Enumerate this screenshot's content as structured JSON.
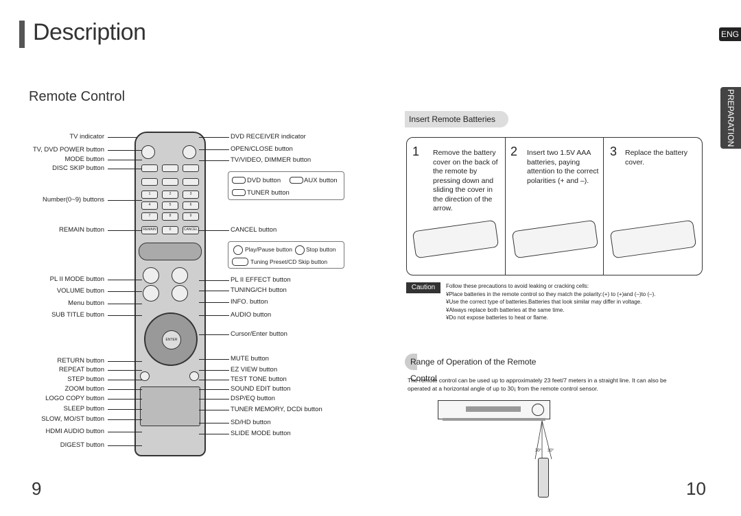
{
  "header": {
    "title": "Description",
    "lang_tab": "ENG",
    "side_tab": "PREPARATION"
  },
  "left": {
    "heading": "Remote Control",
    "left_labels": [
      "TV indicator",
      "TV, DVD POWER button",
      "MODE button",
      "DISC SKIP button",
      "Number(0~9) buttons",
      "REMAIN button",
      "PL II MODE button",
      "VOLUME button",
      "Menu button",
      "SUB TITLE button",
      "RETURN button",
      "REPEAT button",
      "STEP button",
      "ZOOM button",
      "LOGO COPY button",
      "SLEEP button",
      "SLOW, MO/ST button",
      "HDMI AUDIO button",
      "DIGEST button"
    ],
    "right_labels": [
      "DVD RECEIVER indicator",
      "OPEN/CLOSE button",
      "TV/VIDEO, DIMMER button",
      "DVD button",
      "AUX button",
      "TUNER button",
      "CANCEL button",
      "Play/Pause button",
      "Stop button",
      "Tuning Preset/CD Skip button",
      "PL II EFFECT button",
      "TUNING/CH button",
      "INFO. button",
      "AUDIO button",
      "Cursor/Enter button",
      "MUTE button",
      "EZ VIEW button",
      "TEST TONE button",
      "SOUND EDIT button",
      "DSP/EQ button",
      "TUNER MEMORY, DCDi button",
      "SD/HD button",
      "SLIDE MODE button"
    ],
    "remote_keys": [
      "1",
      "2",
      "3",
      "4",
      "5",
      "6",
      "7",
      "8",
      "9",
      "0",
      "REMAIN",
      "CANCEL",
      "ENTER"
    ],
    "page_number": "9"
  },
  "right": {
    "batteries_heading": "Insert Remote Batteries",
    "steps": [
      {
        "num": "1",
        "text": "Remove the battery cover on the back of the remote by pressing down and sliding the cover in the direction of the arrow."
      },
      {
        "num": "2",
        "text": "Insert two 1.5V AAA batteries, paying attention to the correct polarities (+ and –)."
      },
      {
        "num": "3",
        "text": "Replace the battery cover."
      }
    ],
    "caution_label": "Caution",
    "caution_lines": [
      "Follow these precautions to avoid leaking or cracking cells:",
      "¥Place batteries in the remote control so they match the polarity:(+) to (+)and (–)to (–).",
      "¥Use the correct type of batteries.Batteries that look similar may differ in voltage.",
      "¥Always replace both batteries at the same time.",
      "¥Do not expose batteries to heat or flame."
    ],
    "range_heading": "Range of Operation of the Remote Control",
    "range_text": "The remote control can be used up to approximately 23 feet/7 meters in a straight line. It can also be operated at a horizontal angle of up to 30¡ from the remote control sensor.",
    "angle_label_left": "30°",
    "angle_label_right": "30°",
    "page_number": "10"
  }
}
